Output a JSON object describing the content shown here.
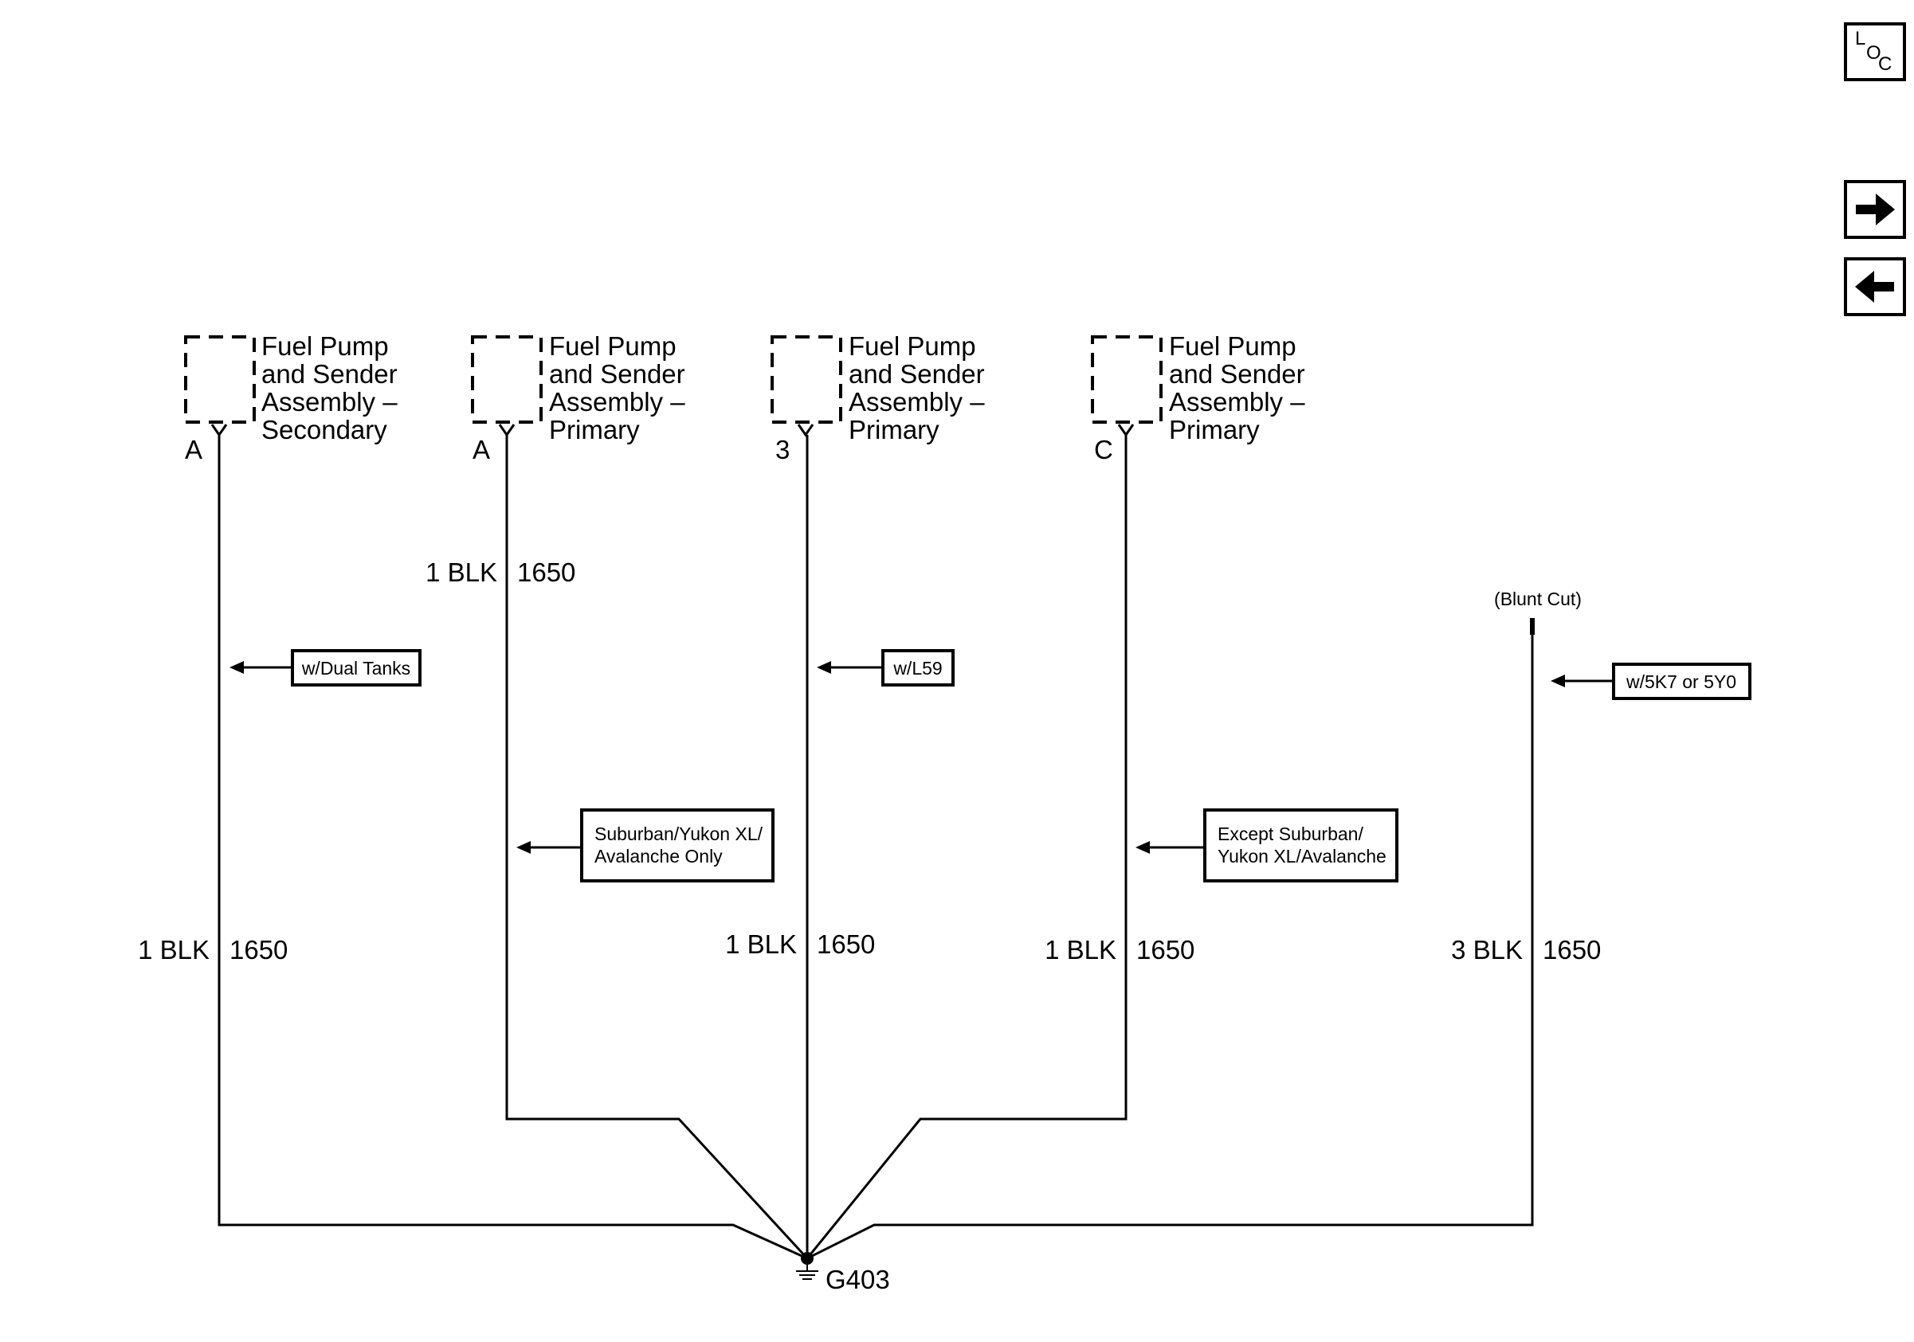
{
  "components": [
    {
      "id": "c1",
      "lines": [
        "Fuel Pump",
        "and Sender",
        "Assembly –",
        "Secondary"
      ],
      "pin": "A"
    },
    {
      "id": "c2",
      "lines": [
        "Fuel Pump",
        "and Sender",
        "Assembly –",
        "Primary"
      ],
      "pin": "A"
    },
    {
      "id": "c3",
      "lines": [
        "Fuel Pump",
        "and Sender",
        "Assembly –",
        "Primary"
      ],
      "pin": "3"
    },
    {
      "id": "c4",
      "lines": [
        "Fuel Pump",
        "and Sender",
        "Assembly –",
        "Primary"
      ],
      "pin": "C"
    }
  ],
  "wires": [
    {
      "id": "w1",
      "size_color": "1 BLK",
      "circuit": "1650"
    },
    {
      "id": "w2",
      "size_color": "1 BLK",
      "circuit": "1650"
    },
    {
      "id": "w3",
      "size_color": "1 BLK",
      "circuit": "1650"
    },
    {
      "id": "w4",
      "size_color": "1 BLK",
      "circuit": "1650"
    },
    {
      "id": "w5",
      "size_color": "3 BLK",
      "circuit": "1650"
    }
  ],
  "conditions": [
    {
      "id": "k1",
      "lines": [
        "w/Dual Tanks"
      ]
    },
    {
      "id": "k2",
      "lines": [
        "w/L59"
      ]
    },
    {
      "id": "k3",
      "lines": [
        "w/5K7 or 5Y0"
      ]
    },
    {
      "id": "k4",
      "lines": [
        "Suburban/Yukon XL/",
        "Avalanche Only"
      ]
    },
    {
      "id": "k5",
      "lines": [
        "Except Suburban/",
        "Yukon XL/Avalanche"
      ]
    }
  ],
  "blunt_cut": "(Blunt Cut)",
  "ground": "G403",
  "nav": {
    "loc_l": "L",
    "loc_o": "O",
    "loc_c": "C",
    "next_icon": "arrow-right-icon",
    "prev_icon": "arrow-left-icon"
  }
}
